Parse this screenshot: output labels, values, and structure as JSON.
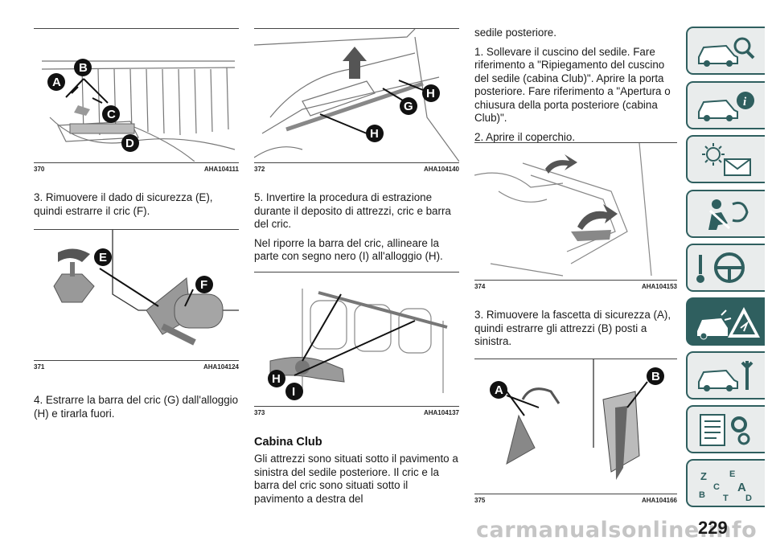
{
  "figures": [
    {
      "number": "370",
      "code": "AHA104111",
      "callouts": [
        "A",
        "B",
        "C",
        "D"
      ]
    },
    {
      "number": "371",
      "code": "AHA104124",
      "callouts": [
        "E",
        "F"
      ]
    },
    {
      "number": "372",
      "code": "AHA104140",
      "callouts": [
        "H",
        "G",
        "H"
      ]
    },
    {
      "number": "373",
      "code": "AHA104137",
      "callouts": [
        "H",
        "I"
      ]
    },
    {
      "number": "374",
      "code": "AHA104153",
      "callouts": []
    },
    {
      "number": "375",
      "code": "AHA104166",
      "callouts": [
        "A",
        "B"
      ]
    }
  ],
  "col1": {
    "step3": "3. Rimuovere il dado di sicurezza (E), quindi estrarre il cric (F).",
    "step4": "4. Estrarre la barra del cric (G) dall'alloggio (H) e tirarla fuori."
  },
  "col2": {
    "step5": "5. Invertire la procedura di estrazione durante il deposito di attrezzi, cric e barra del cric.",
    "note": "Nel riporre la barra del cric, allineare la parte con segno nero (I) all'alloggio (H).",
    "heading": "Cabina Club",
    "cabina_text": "Gli attrezzi sono situati sotto il pavimento a sinistra del sedile posteriore. Il cric e la barra del cric sono situati sotto il pavimento a destra del"
  },
  "col3": {
    "cont": "sedile posteriore.",
    "step1": "1. Sollevare il cuscino del sedile. Fare riferimento a \"Ripiegamento del cuscino del sedile (cabina Club)\". Aprire la porta posteriore. Fare riferimento a \"Apertura o chiusura della porta posteriore (cabina Club)\".",
    "step2": "2. Aprire il coperchio.",
    "step3": "3. Rimuovere la fascetta di sicurezza (A), quindi estrarre gli attrezzi (B) posti a sinistra."
  },
  "page_number": "229",
  "watermark": "carmanualsonline.info",
  "sidebar": {
    "tab_icons": [
      "car-search-icon",
      "car-info-icon",
      "warning-lights-icon",
      "airbag-safety-icon",
      "steering-starting-icon",
      "emergency-icon",
      "car-maintenance-icon",
      "technical-data-icon",
      "index-icon"
    ],
    "active_tab": 5,
    "accent_color": "#2f5f5f"
  }
}
